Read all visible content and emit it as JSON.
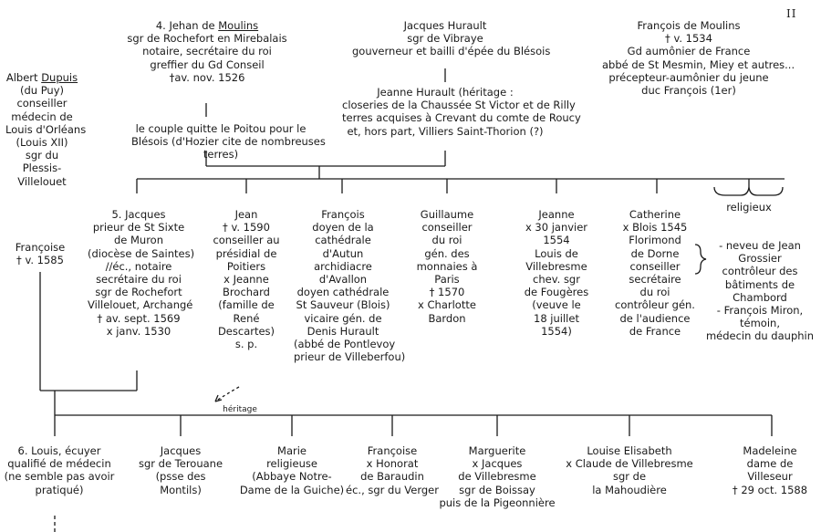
{
  "page_number": "II",
  "top": {
    "jehan": {
      "name_prefix": "4. Jehan de ",
      "name_underlined": "Moulins",
      "lines": [
        "sgr de Rochefort en Mirebalais",
        "notaire, secrétaire du roi",
        "greffier du Gd Conseil",
        "†av. nov. 1526"
      ]
    },
    "couple_note": [
      "le couple quitte le Poitou pour le",
      "Blésois (d'Hozier cite de nombreuses",
      "terres)"
    ],
    "jacques_hurault": [
      "Jacques Hurault",
      "sgr de Vibraye",
      "gouverneur et bailli d'épée du Blésois"
    ],
    "jeanne_hurault": [
      "Jeanne Hurault (héritage :",
      "closeries de la Chaussée St Victor et de Rilly",
      "terres acquises à Crevant du comte de Roucy",
      "et, hors part, Villiers Saint-Thorion (?)"
    ],
    "francois_moulins": [
      "François de Moulins",
      "† v. 1534",
      "Gd aumônier de France",
      "abbé de St Mesmin, Miey et autres...",
      "précepteur-aumônier du jeune",
      "duc François (1er)"
    ]
  },
  "albert": {
    "name_prefix": "Albert ",
    "name_underlined": "Dupuis",
    "lines": [
      "(du Puy)",
      "conseiller",
      "médecin de",
      "Louis d'Orléans",
      "(Louis XII)",
      "sgr du",
      "Plessis-",
      "Villelouet"
    ]
  },
  "francoise_dupuis": [
    "Françoise",
    "† v. 1585"
  ],
  "children": [
    {
      "key": "jacques",
      "lines": [
        "5. Jacques",
        "prieur de St Sixte",
        "de Muron",
        "(diocèse de Saintes)",
        "//éc., notaire",
        "secrétaire du roi",
        "sgr de Rochefort",
        "Villelouet, Archangé",
        "† av. sept. 1569",
        "x janv. 1530"
      ]
    },
    {
      "key": "jean",
      "lines": [
        "Jean",
        "† v. 1590",
        "conseiller au",
        "présidial de",
        "Poitiers",
        "x Jeanne",
        "Brochard",
        "(famille de",
        "René",
        "Descartes)",
        "s. p."
      ]
    },
    {
      "key": "francois",
      "lines": [
        "François",
        "doyen de la",
        "cathédrale",
        "d'Autun",
        "archidiacre",
        "d'Avallon",
        "doyen cathédrale",
        "St Sauveur (Blois)",
        "vicaire gén. de",
        "Denis Hurault",
        "(abbé de Pontlevoy",
        "prieur de Villeberfou)"
      ]
    },
    {
      "key": "guillaume",
      "lines": [
        "Guillaume",
        "conseiller",
        "du roi",
        "gén. des",
        "monnaies à",
        "Paris",
        "† 1570",
        "x Charlotte",
        "Bardon"
      ]
    },
    {
      "key": "jeanne",
      "lines": [
        "Jeanne",
        "x 30 janvier",
        "1554",
        "Louis de",
        "Villebresme",
        "chev. sgr",
        "de Fougères",
        "(veuve le",
        "18 juillet",
        "1554)"
      ]
    },
    {
      "key": "catherine",
      "lines": [
        "Catherine",
        "x Blois 1545",
        "Florimond",
        "de Dorne",
        "conseiller",
        "secrétaire",
        "du roi",
        "contrôleur gén.",
        "de l'audience",
        "de France"
      ]
    },
    {
      "key": "religieux",
      "lines": [
        "religieux"
      ]
    }
  ],
  "dorne_note": [
    "- neveu de Jean",
    "Grossier",
    "contrôleur des",
    "bâtiments de",
    "Chambord",
    "- François Miron,",
    "témoin,",
    "médecin du dauphin"
  ],
  "heritage_label": "héritage",
  "grandchildren": [
    {
      "key": "louis",
      "lines": [
        "6. Louis, écuyer",
        "qualifié de médecin",
        "(ne semble pas avoir",
        "pratiqué)"
      ]
    },
    {
      "key": "jacques2",
      "lines": [
        "Jacques",
        "sgr de Terouane",
        "(psse des",
        "Montils)"
      ]
    },
    {
      "key": "marie",
      "lines": [
        "Marie",
        "religieuse",
        "(Abbaye Notre-",
        "Dame de la Guiche)"
      ]
    },
    {
      "key": "francoise2",
      "lines": [
        "Françoise",
        "x Honorat",
        "de Baraudin",
        "éc., sgr du Verger"
      ]
    },
    {
      "key": "marguerite",
      "lines": [
        "Marguerite",
        "x Jacques",
        "de Villebresme",
        "sgr de Boissay",
        "puis de la Pigeonnière"
      ]
    },
    {
      "key": "louise",
      "lines": [
        "Louise Elisabeth",
        "x Claude de Villebresme",
        "sgr de",
        "la Mahoudière"
      ]
    },
    {
      "key": "madeleine",
      "lines": [
        "Madeleine",
        "dame de",
        "Villeseur",
        "† 29 oct. 1588"
      ]
    }
  ]
}
